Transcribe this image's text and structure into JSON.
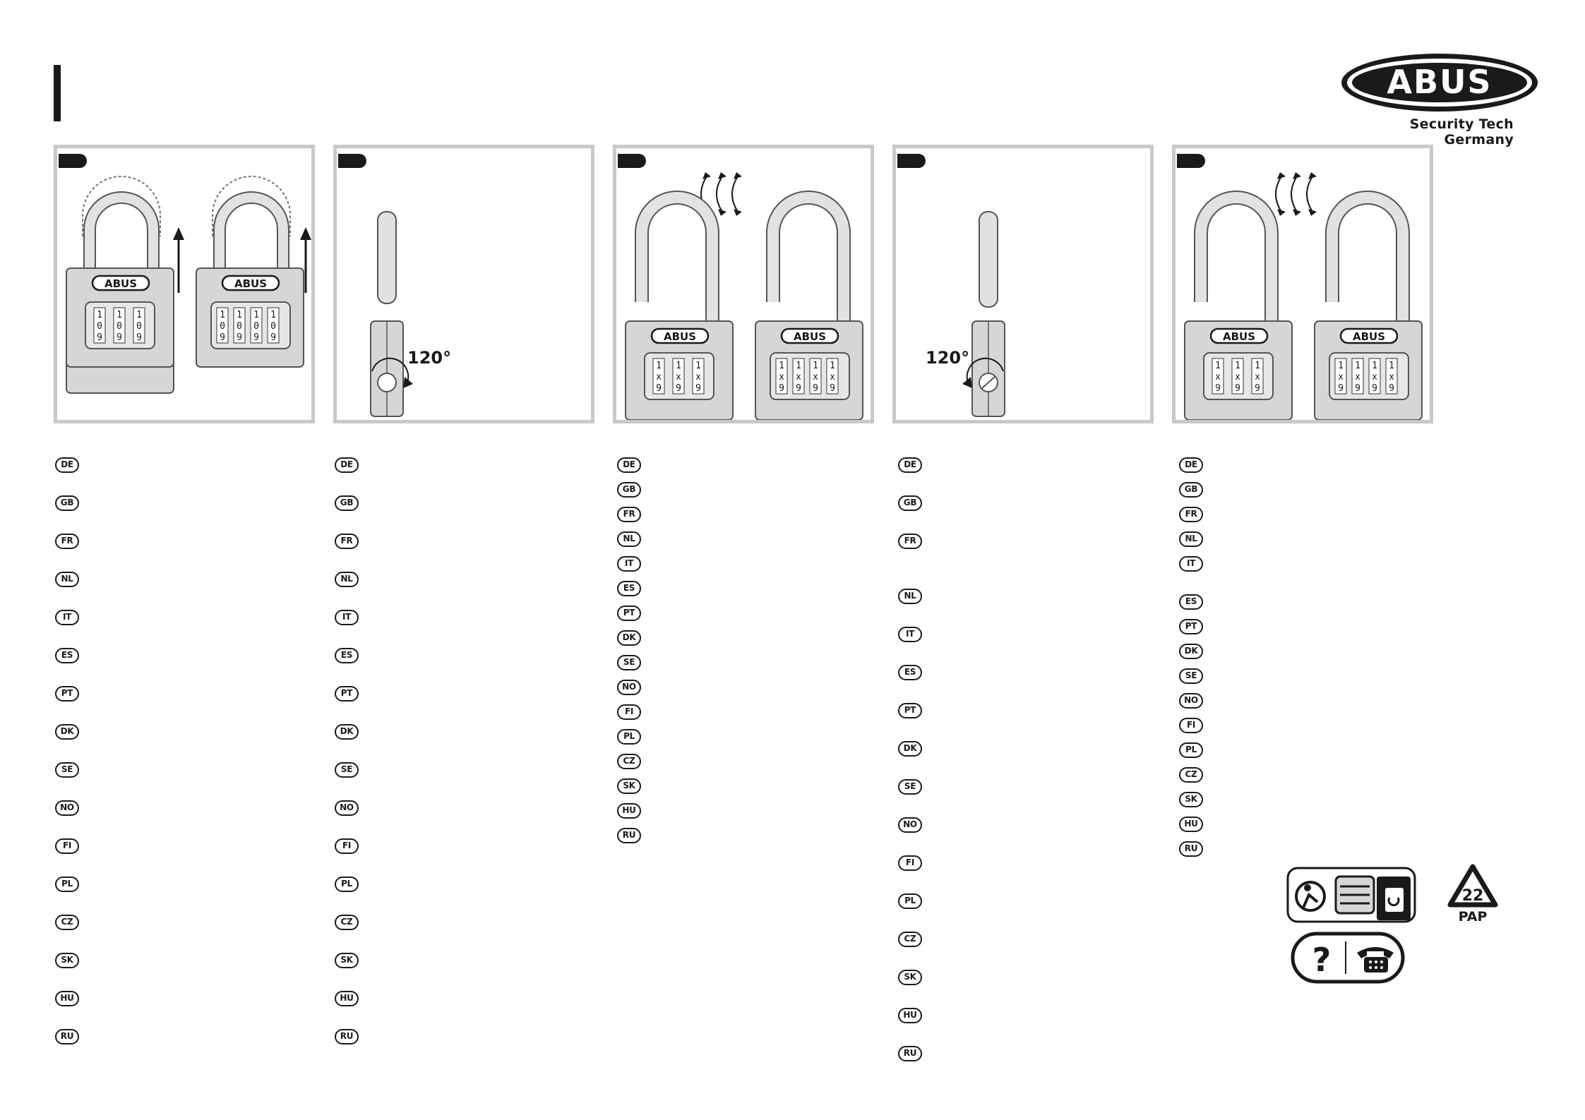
{
  "brand": {
    "logo_text": "ABUS",
    "tagline": "Security Tech Germany"
  },
  "panels": [
    {
      "id": "step-1",
      "lock_brand": "ABUS",
      "dials_3": [
        "1",
        "0",
        "9"
      ],
      "dials_4": [
        "1",
        "0",
        "9"
      ]
    },
    {
      "id": "step-2",
      "angle_label": "120°"
    },
    {
      "id": "step-3",
      "lock_brand": "ABUS",
      "dials_3": [
        "1",
        "x",
        "9"
      ],
      "dials_4": [
        "1",
        "x",
        "9"
      ]
    },
    {
      "id": "step-4",
      "angle_label": "120°"
    },
    {
      "id": "step-5",
      "lock_brand": "ABUS",
      "dials_3": [
        "1",
        "x",
        "9"
      ],
      "dials_4": [
        "1",
        "x",
        "9"
      ]
    }
  ],
  "languages": {
    "col1": [
      "DE",
      "GB",
      "FR",
      "NL",
      "IT",
      "ES",
      "PT",
      "DK",
      "SE",
      "NO",
      "FI",
      "PL",
      "CZ",
      "SK",
      "HU",
      "RU"
    ],
    "col2": [
      "DE",
      "GB",
      "FR",
      "NL",
      "IT",
      "ES",
      "PT",
      "DK",
      "SE",
      "NO",
      "FI",
      "PL",
      "CZ",
      "SK",
      "HU",
      "RU"
    ],
    "col3": [
      "DE",
      "GB",
      "FR",
      "NL",
      "IT",
      "ES",
      "PT",
      "DK",
      "SE",
      "NO",
      "FI",
      "PL",
      "CZ",
      "SK",
      "HU",
      "RU"
    ],
    "col4": [
      "DE",
      "GB",
      "FR",
      "NL",
      "IT",
      "ES",
      "PT",
      "DK",
      "SE",
      "NO",
      "FI",
      "PL",
      "CZ",
      "SK",
      "HU",
      "RU"
    ],
    "col5": [
      "DE",
      "GB",
      "FR",
      "NL",
      "IT",
      "ES",
      "PT",
      "DK",
      "SE",
      "NO",
      "FI",
      "PL",
      "CZ",
      "SK",
      "HU",
      "RU"
    ]
  },
  "icons": {
    "help_mark": "?",
    "recycle_code": "22",
    "recycle_label": "PAP"
  },
  "colors": {
    "ink": "#1a1a1a",
    "panel_border": "#c9c9c9",
    "lock_fill": "#d6d6d6"
  }
}
